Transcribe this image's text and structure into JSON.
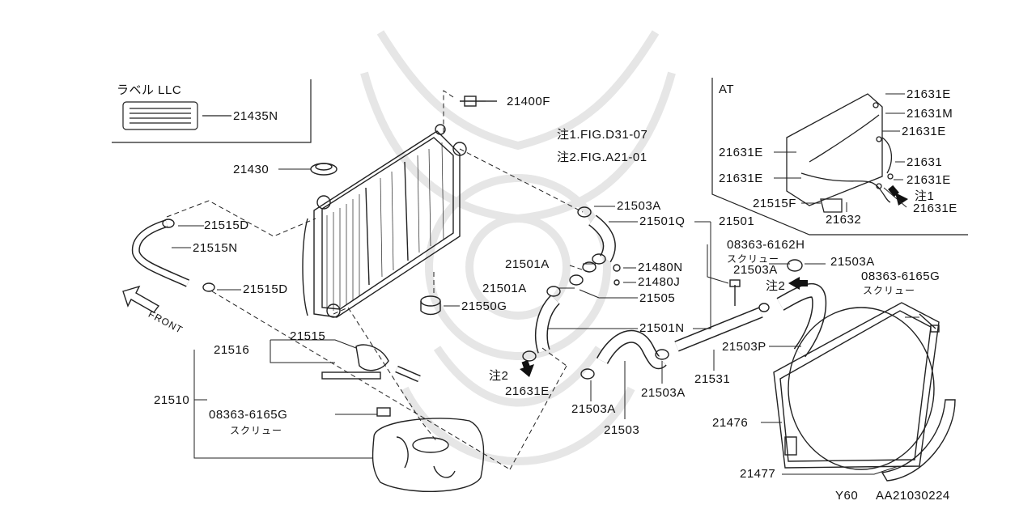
{
  "watermark_present": true,
  "label_box": {
    "title": "ラベル LLC",
    "part": "21435N"
  },
  "notes": {
    "note1": "注1.FIG.D31-07",
    "note2": "注2.FIG.A21-01"
  },
  "at_section": {
    "title": "AT"
  },
  "parts": {
    "p21400F": "21400F",
    "p21430": "21430",
    "p21515D_a": "21515D",
    "p21515N": "21515N",
    "p21515D_b": "21515D",
    "front": "FRONT",
    "p21550G": "21550G",
    "p21503A_top": "21503A",
    "p21501Q": "21501Q",
    "p21501": "21501",
    "p21501A_a": "21501A",
    "p21501A_b": "21501A",
    "p21480N": "21480N",
    "p21480J": "21480J",
    "p21505": "21505",
    "p21501N": "21501N",
    "p21515": "21515",
    "p21516": "21516",
    "p21510": "21510",
    "screw1_part": "08363-6165G",
    "screw1_text": "スクリュー",
    "note2_left": "注2",
    "p21631E_low": "21631E",
    "p21503A_low1": "21503A",
    "p21503A_low2": "21503A",
    "p21503": "21503",
    "screw2_part": "08363-6162H",
    "screw2_text": "スクリュー",
    "p21503A_mid": "21503A",
    "p21503A_right": "21503A",
    "note2_mid": "注2",
    "screw3_part": "08363-6165G",
    "screw3_text": "スクリュー",
    "p21503P": "21503P",
    "p21531": "21531",
    "p21476": "21476",
    "p21477": "21477",
    "at_21631E_1": "21631E",
    "at_21631M": "21631M",
    "at_21631E_2": "21631E",
    "at_21631": "21631",
    "at_21631E_3": "21631E",
    "at_21631E_left1": "21631E",
    "at_21631E_left2": "21631E",
    "at_note1": "注1",
    "at_21515F": "21515F",
    "at_21632": "21632",
    "at_21631E_4": "21631E"
  },
  "footer": {
    "model": "Y60",
    "code": "AA21030224"
  }
}
